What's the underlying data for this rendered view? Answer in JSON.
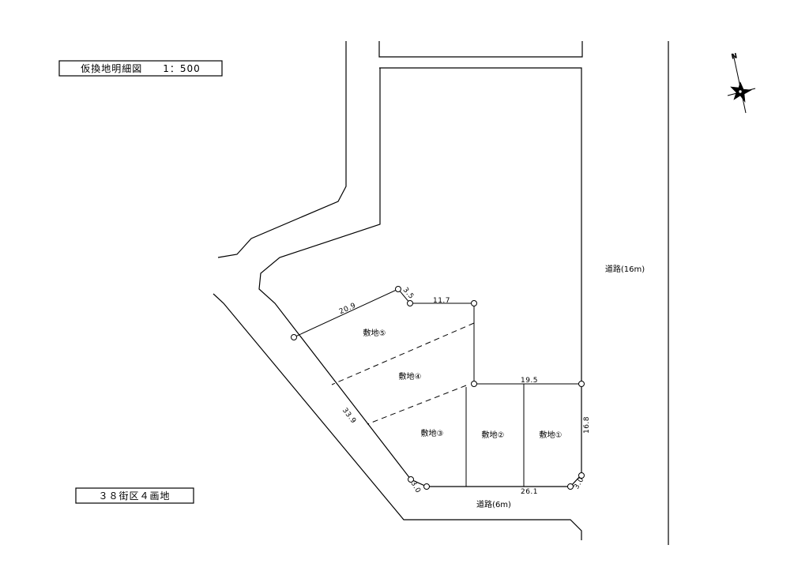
{
  "title": "仮換地明細図　　1：500",
  "block_label": "３８街区４画地",
  "roads": {
    "east": "道路(16m)",
    "south": "道路(6m)"
  },
  "north_arrow": {
    "letter": "N",
    "icon": "north-arrow-icon"
  },
  "lots": [
    "敷地⑤",
    "敷地④",
    "敷地③",
    "敷地②",
    "敷地①"
  ],
  "dimensions": {
    "d20_9": "20.9",
    "d3_5": "3.5",
    "d11_7": "11.7",
    "d19_5": "19.5",
    "d16_8": "16.8",
    "d33_9": "33.9",
    "d26_1": "26.1",
    "d3_0_left": "3.0",
    "d3_0_right": "3.0"
  }
}
